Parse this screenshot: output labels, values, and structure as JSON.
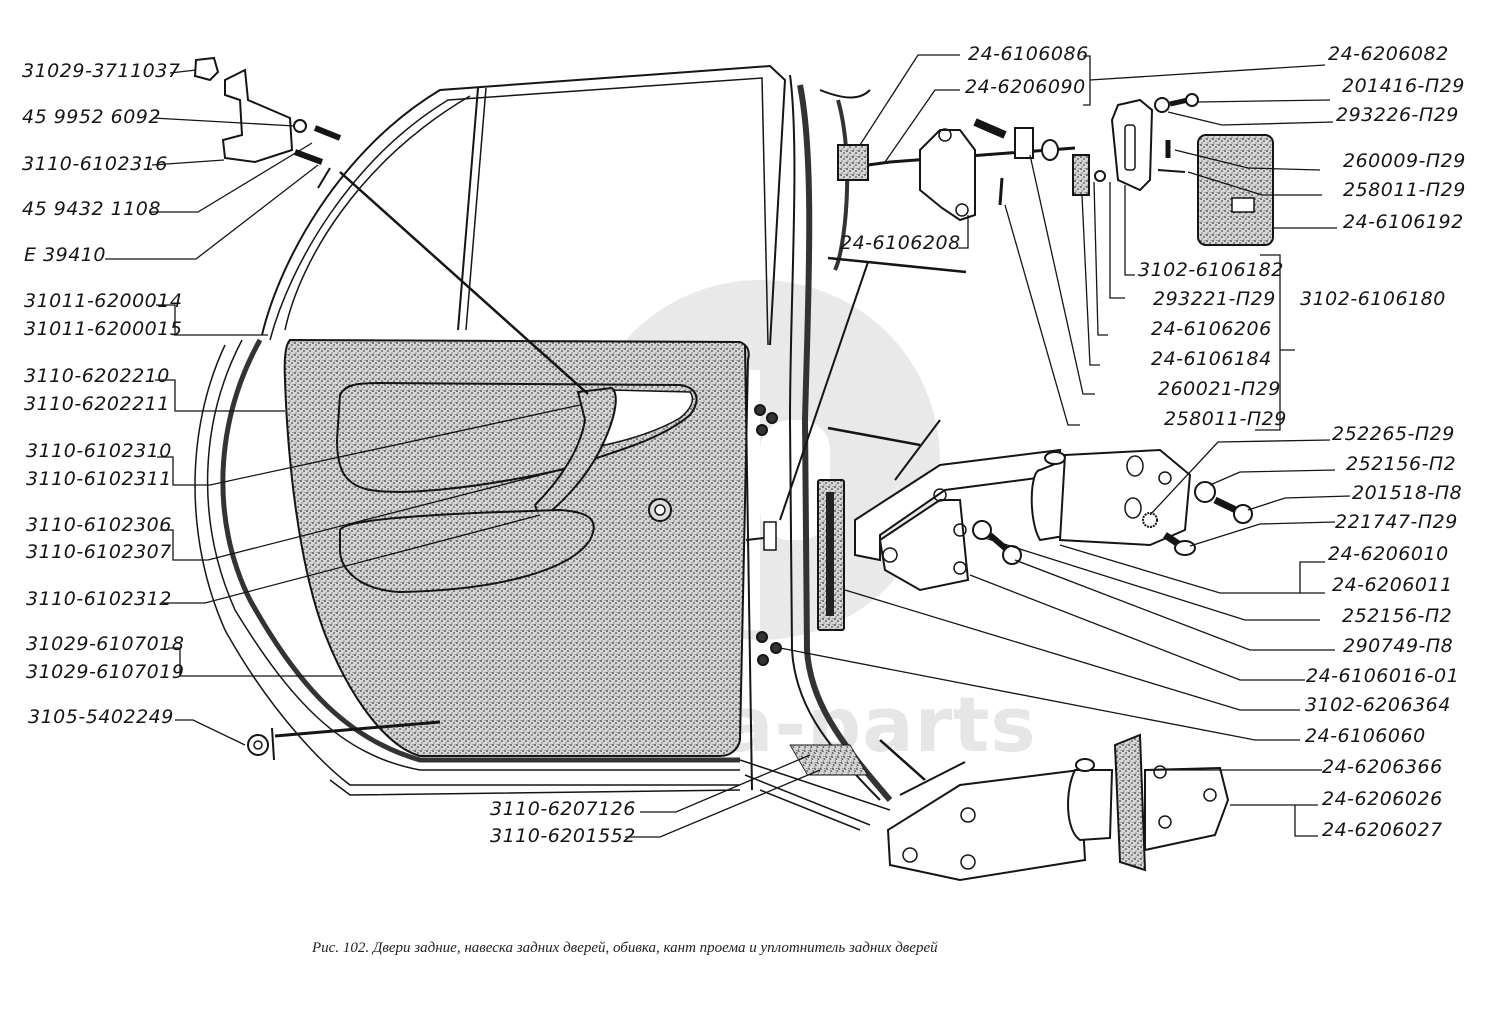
{
  "watermark": {
    "text": "ca-parts",
    "color": "#e4e4e4"
  },
  "caption": "Рис. 102. Двери задние, навеска задних дверей, обивка, кант проема и уплотнитель задних дверей",
  "colors": {
    "ink": "#151515",
    "fabric": "#8a8a8a",
    "paper": "#ffffff"
  },
  "labels_left": [
    {
      "id": "l1",
      "text": "31029-3711037"
    },
    {
      "id": "l2",
      "text": "45 9952 6092"
    },
    {
      "id": "l3",
      "text": "3110-6102316"
    },
    {
      "id": "l4",
      "text": "45 9432 1108"
    },
    {
      "id": "l5",
      "text": "E 39410"
    },
    {
      "id": "l6",
      "text": "31011-6200014"
    },
    {
      "id": "l7",
      "text": "31011-6200015"
    },
    {
      "id": "l8",
      "text": "3110-6202210"
    },
    {
      "id": "l9",
      "text": "3110-6202211"
    },
    {
      "id": "l10",
      "text": "3110-6102310"
    },
    {
      "id": "l11",
      "text": "3110-6102311"
    },
    {
      "id": "l12",
      "text": "3110-6102306"
    },
    {
      "id": "l13",
      "text": "3110-6102307"
    },
    {
      "id": "l14",
      "text": "3110-6102312"
    },
    {
      "id": "l15",
      "text": "31029-6107018"
    },
    {
      "id": "l16",
      "text": "31029-6107019"
    },
    {
      "id": "l17",
      "text": "3105-5402249"
    }
  ],
  "labels_bottom": [
    {
      "id": "b1",
      "text": "3110-6207126"
    },
    {
      "id": "b2",
      "text": "3110-6201552"
    }
  ],
  "labels_top_center": [
    {
      "id": "t1",
      "text": "24-6106086"
    },
    {
      "id": "t2",
      "text": "24-6206090"
    },
    {
      "id": "t3",
      "text": "24-6106208"
    }
  ],
  "labels_right": [
    {
      "id": "r1",
      "text": "24-6206082"
    },
    {
      "id": "r2",
      "text": "201416-П29"
    },
    {
      "id": "r3",
      "text": "293226-П29"
    },
    {
      "id": "r4",
      "text": "260009-П29"
    },
    {
      "id": "r5",
      "text": "258011-П29"
    },
    {
      "id": "r6",
      "text": "24-6106192"
    },
    {
      "id": "r7",
      "text": "3102-6106182"
    },
    {
      "id": "r8",
      "text": "293221-П29"
    },
    {
      "id": "r9",
      "text": "24-6106206"
    },
    {
      "id": "r10",
      "text": "24-6106184"
    },
    {
      "id": "r11",
      "text": "260021-П29"
    },
    {
      "id": "r12",
      "text": "258011-П29"
    },
    {
      "id": "r13",
      "text": "3102-6106180"
    },
    {
      "id": "r14",
      "text": "252265-П29"
    },
    {
      "id": "r15",
      "text": "252156-П2"
    },
    {
      "id": "r16",
      "text": "201518-П8"
    },
    {
      "id": "r17",
      "text": "221747-П29"
    },
    {
      "id": "r18",
      "text": "24-6206010"
    },
    {
      "id": "r19",
      "text": "24-6206011"
    },
    {
      "id": "r20",
      "text": "252156-П2"
    },
    {
      "id": "r21",
      "text": "290749-П8"
    },
    {
      "id": "r22",
      "text": "24-6106016-01"
    },
    {
      "id": "r23",
      "text": "3102-6206364"
    },
    {
      "id": "r24",
      "text": "24-6106060"
    },
    {
      "id": "r25",
      "text": "24-6206366"
    },
    {
      "id": "r26",
      "text": "24-6206026"
    },
    {
      "id": "r27",
      "text": "24-6206027"
    }
  ]
}
